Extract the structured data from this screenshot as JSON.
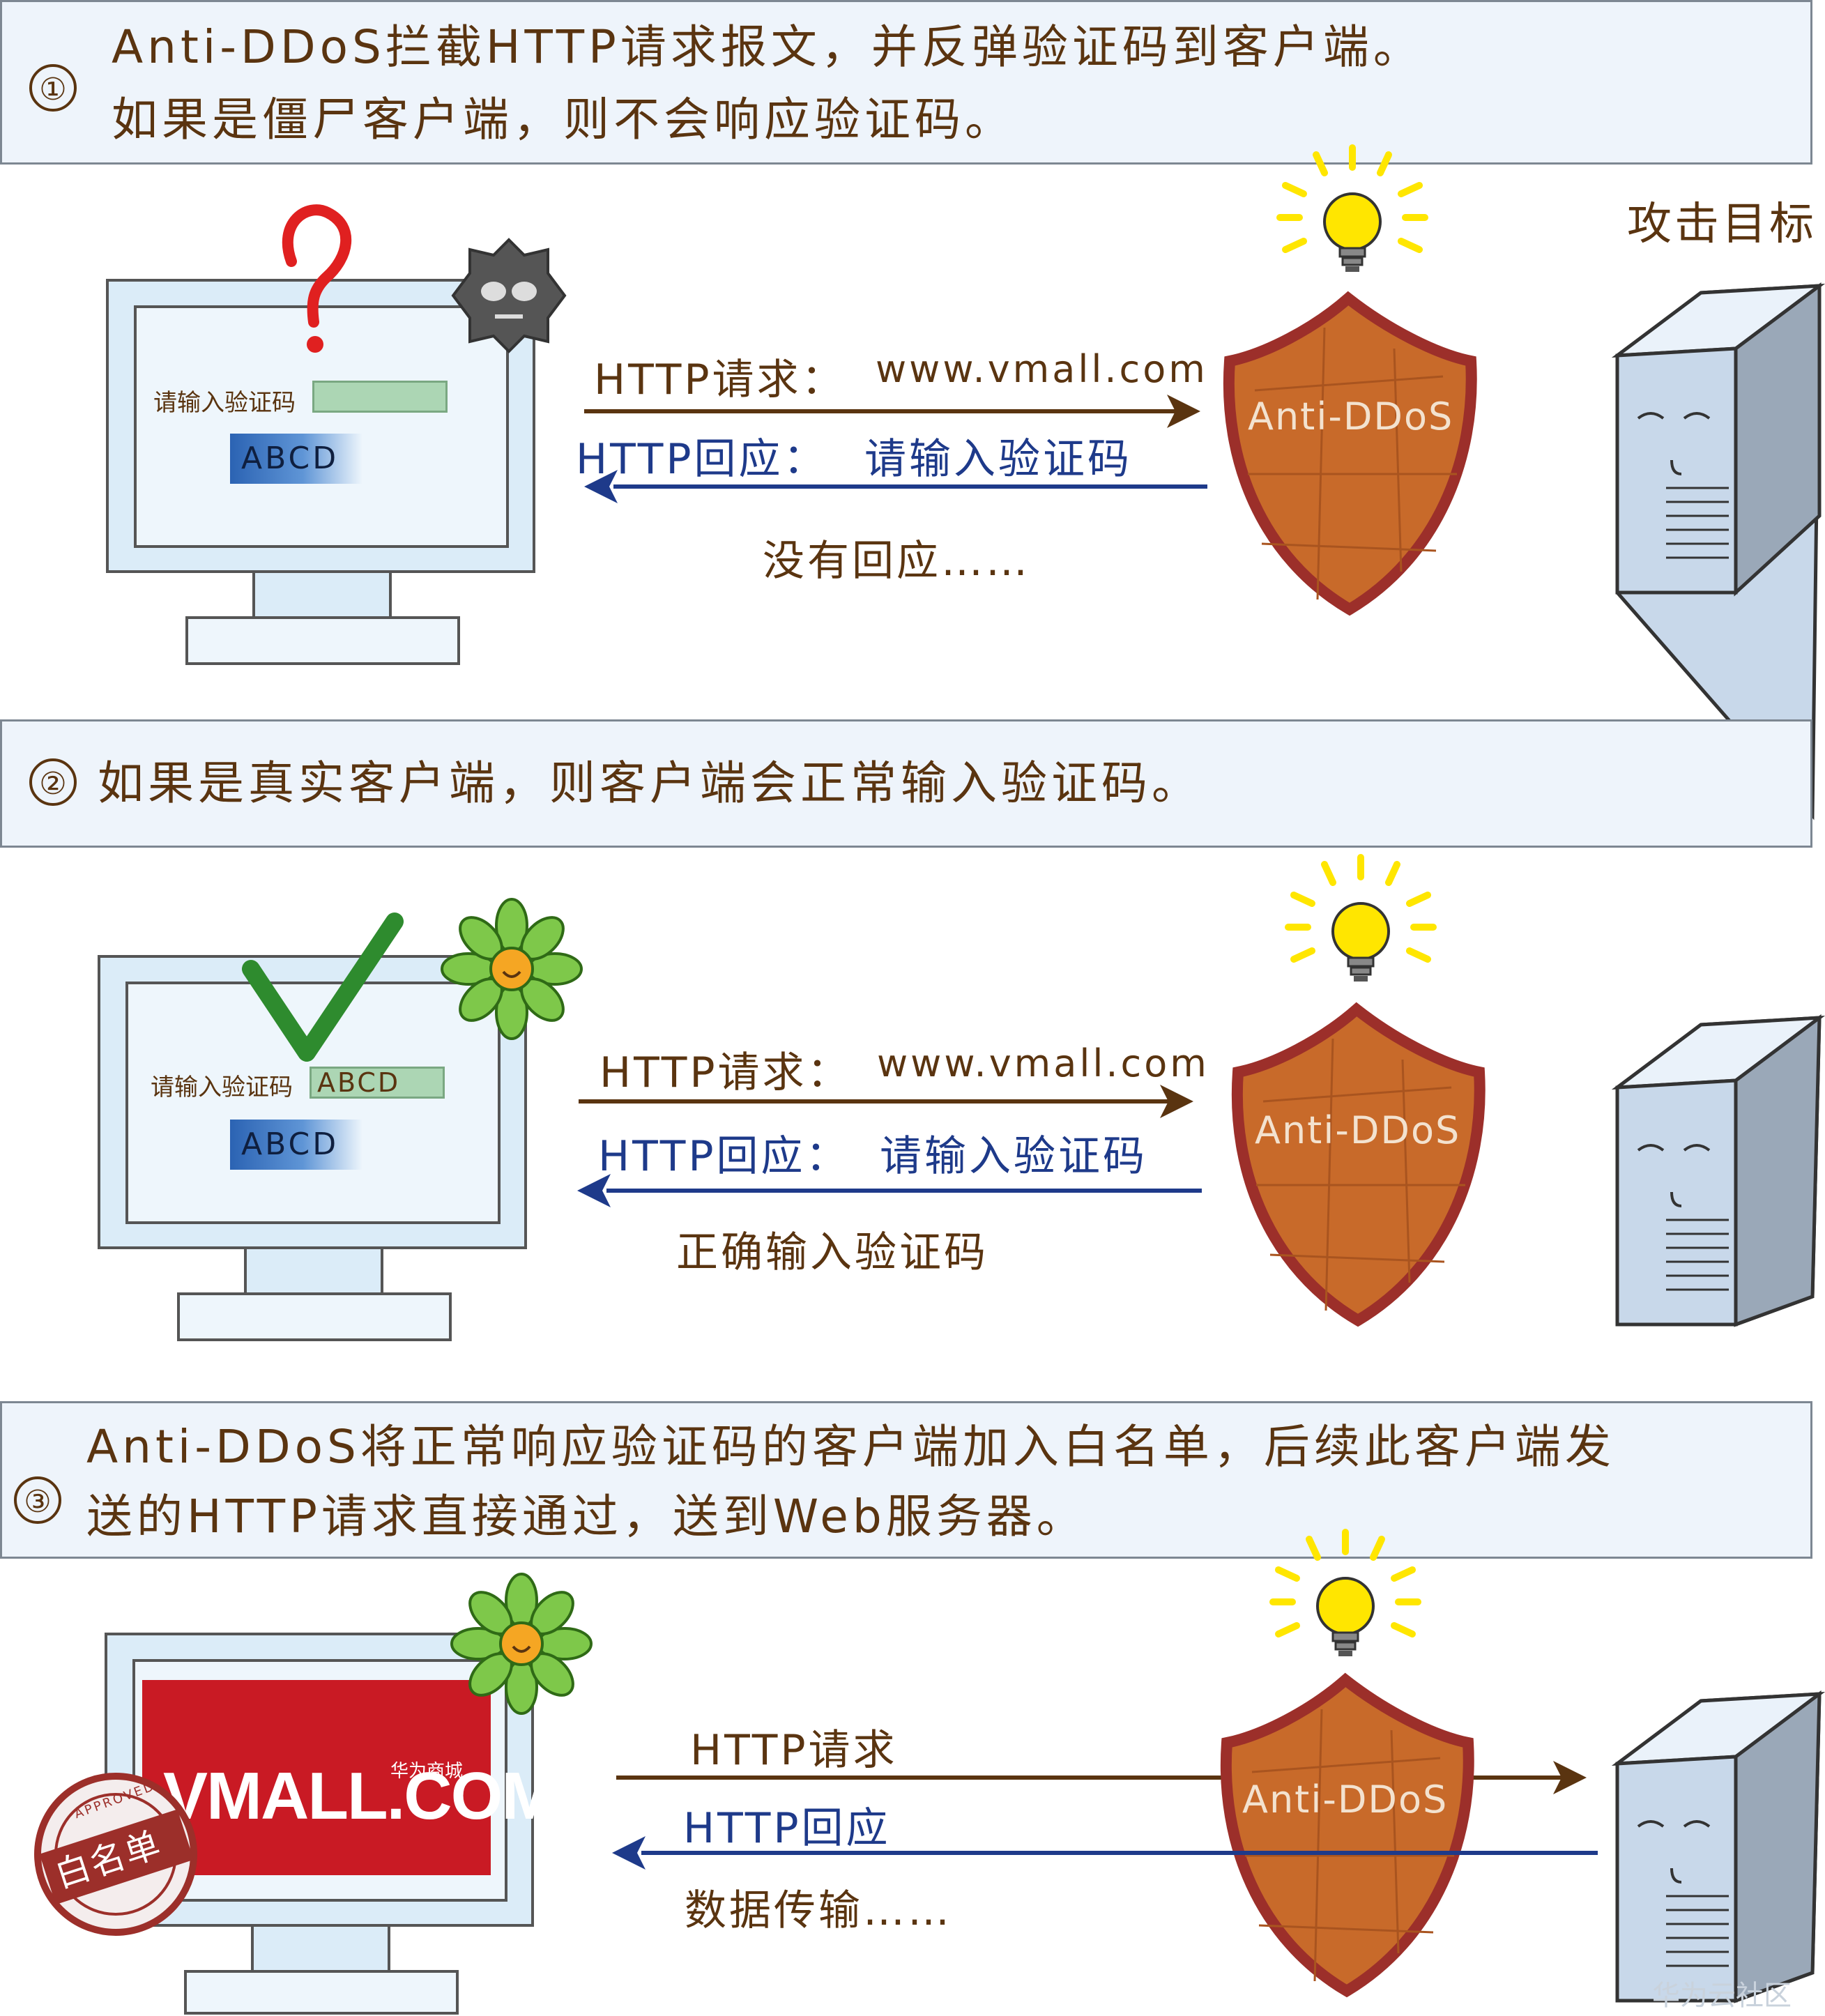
{
  "steps": [
    {
      "number": "①",
      "lines": [
        "Anti-DDoS拦截HTTP请求报文，并反弹验证码到客户端。",
        "如果是僵尸客户端，则不会响应验证码。"
      ],
      "client": {
        "captcha_label": "请输入验证码",
        "captcha_value": "",
        "captcha_image": "ABCD",
        "mark": "?"
      },
      "request_label": "HTTP请求：",
      "request_url": "www.vmall.com",
      "response_label": "HTTP回应：",
      "response_text": "请输入验证码",
      "status_text": "没有回应……",
      "shield_label": "Anti-DDoS",
      "target_label": "攻击目标"
    },
    {
      "number": "②",
      "lines": [
        "如果是真实客户端，则客户端会正常输入验证码。"
      ],
      "client": {
        "captcha_label": "请输入验证码",
        "captcha_value": "ABCD",
        "captcha_image": "ABCD"
      },
      "request_label": "HTTP请求：",
      "request_url": "www.vmall.com",
      "response_label": "HTTP回应：",
      "response_text": "请输入验证码",
      "status_text": "正确输入验证码",
      "shield_label": "Anti-DDoS"
    },
    {
      "number": "③",
      "lines": [
        "Anti-DDoS将正常响应验证码的客户端加入白名单，后续此客户端发",
        "送的HTTP请求直接通过，送到Web服务器。"
      ],
      "screen": {
        "logo": "VMALL.COM",
        "logo_cn": "华为商城"
      },
      "stamp": {
        "text": "白名单",
        "ring": "APPROVED"
      },
      "request_label": "HTTP请求",
      "response_label": "HTTP回应",
      "status_text": "数据传输……",
      "shield_label": "Anti-DDoS"
    }
  ],
  "watermark": "华为云社区",
  "colors": {
    "brown": "#5a3410",
    "blue": "#1e3a8a",
    "shield": "#c86a2a",
    "banner": "#eef4fb"
  }
}
